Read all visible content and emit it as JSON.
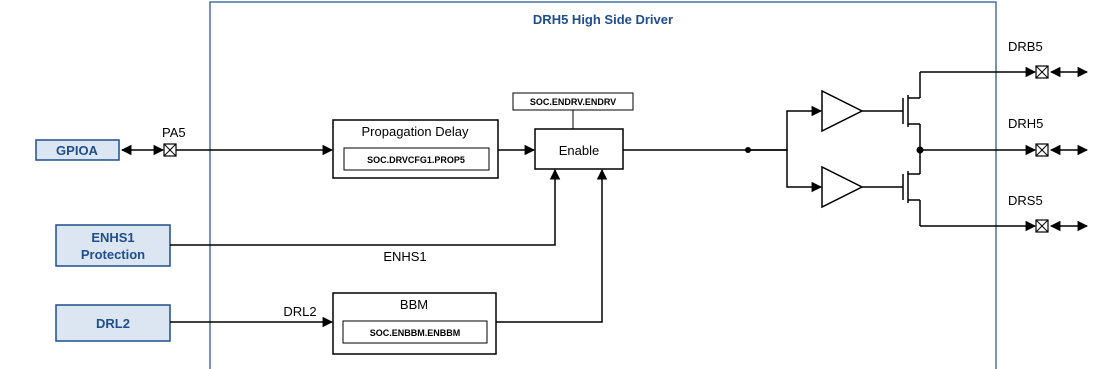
{
  "title": "DRH5 High Side Driver",
  "inputs": {
    "gpioa": "GPIOA",
    "enhs1_line1": "ENHS1",
    "enhs1_line2": "Protection",
    "drl2": "DRL2"
  },
  "signals": {
    "pa5": "PA5",
    "enhs1": "ENHS1",
    "drl2": "DRL2"
  },
  "blocks": {
    "propagation_delay": "Propagation Delay",
    "propagation_register": "SOC.DRVCFG1.PROP5",
    "enable": "Enable",
    "enable_register": "SOC.ENDRV.ENDRV",
    "bbm": "BBM",
    "bbm_register": "SOC.ENBBM.ENBBM"
  },
  "outputs": {
    "drb5": "DRB5",
    "drh5": "DRH5",
    "drs5": "DRS5"
  },
  "colors": {
    "input_box_fill": "#DCE6F2",
    "input_box_border": "#1F4E8C",
    "container_border": "#1F4E8C",
    "title_color": "#1F4E8C"
  }
}
